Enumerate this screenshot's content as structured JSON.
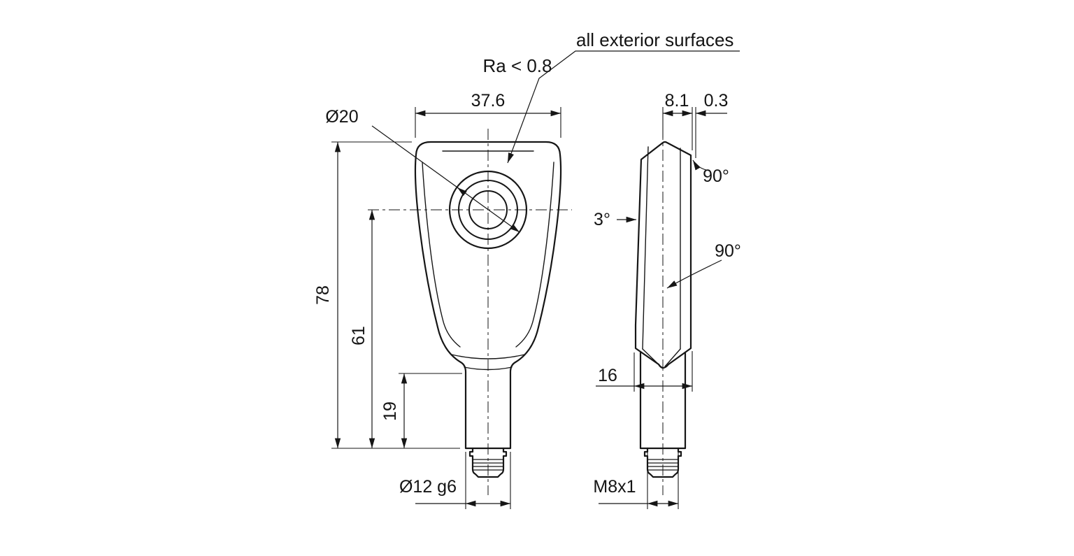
{
  "page": {
    "background": "#ffffff",
    "line_color": "#161616"
  },
  "notes": {
    "surface_note": "all exterior surfaces",
    "roughness": "Ra < 0.8"
  },
  "front_view": {
    "width": "37.6",
    "hole_diameter": "Ø20",
    "overall_height": "78",
    "hole_center_height": "61",
    "stem_length": "19",
    "stem_diameter": "Ø12 g6"
  },
  "side_view": {
    "depth": "8.1",
    "edge_flat": "0.3",
    "taper_angle": "3°",
    "top_chamfer_angle": "90°",
    "bottom_chamfer_angle": "90°",
    "base_depth": "16",
    "thread": "M8x1"
  }
}
